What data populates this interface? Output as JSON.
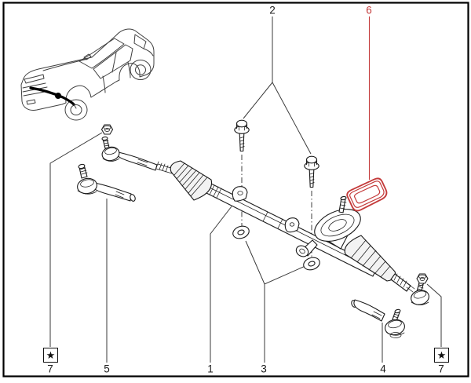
{
  "colors": {
    "accent_red": "#c43b3b",
    "line": "#1a1a1a",
    "background": "#ffffff",
    "border": "#000000"
  },
  "callouts": {
    "top": [
      {
        "label": "2",
        "points_to": "mounting-bolts",
        "highlighted": false
      },
      {
        "label": "6",
        "points_to": "gasket-seal",
        "highlighted": true
      }
    ],
    "bottom": [
      {
        "label": "7",
        "points_to": "tie-rod-end-nut-left",
        "starred": true
      },
      {
        "label": "5",
        "points_to": "outer-tie-rod-end-left",
        "starred": false
      },
      {
        "label": "1",
        "points_to": "steering-gear-assembly",
        "starred": false
      },
      {
        "label": "3",
        "points_to": "washers",
        "starred": false
      },
      {
        "label": "4",
        "points_to": "outer-tie-rod-end-right",
        "starred": false
      },
      {
        "label": "7",
        "points_to": "tie-rod-end-nut-right",
        "starred": true
      }
    ]
  },
  "star_note": {
    "symbol": "★"
  }
}
